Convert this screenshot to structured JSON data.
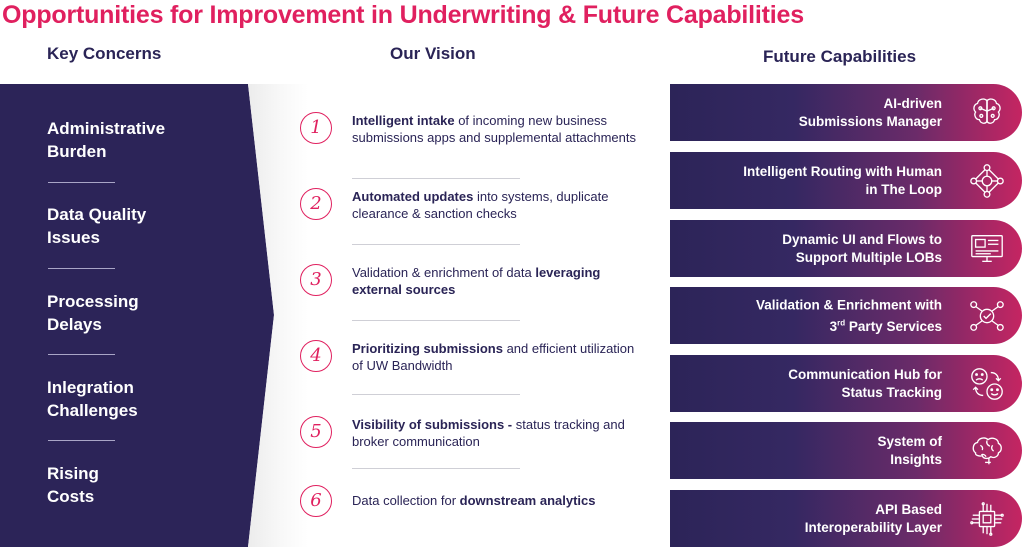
{
  "title": "Opportunities for Improvement in Underwriting & Future Capabilities",
  "headers": {
    "concerns": "Key Concerns",
    "vision": "Our Vision",
    "capabilities": "Future Capabilities"
  },
  "concerns": [
    {
      "line1": "Administrative",
      "line2": "Burden"
    },
    {
      "line1": "Data Quality",
      "line2": "Issues"
    },
    {
      "line1": "Processing",
      "line2": "Delays"
    },
    {
      "line1": "Inlegration",
      "line2": "Challenges"
    },
    {
      "line1": "Rising",
      "line2": "Costs"
    }
  ],
  "vision": [
    {
      "num": "1",
      "bold": "Intelligent intake",
      "rest": " of incoming new business submissions apps and supplemental attachments"
    },
    {
      "num": "2",
      "bold": "Automated updates",
      "rest": " into systems, duplicate clearance & sanction checks"
    },
    {
      "num": "3",
      "pre": "Validation & enrichment of data ",
      "bold": "leveraging external sources"
    },
    {
      "num": "4",
      "bold": "Prioritizing submissions",
      "rest": " and efficient utilization of UW Bandwidth"
    },
    {
      "num": "5",
      "bold": "Visibility of submissions -",
      "rest": " status tracking and broker communication"
    },
    {
      "num": "6",
      "pre": "Data collection for ",
      "bold": "downstream analytics"
    }
  ],
  "capabilities": [
    {
      "line1": "AI-driven",
      "line2": "Submissions Manager",
      "icon": "ai-brain-icon"
    },
    {
      "line1": "Intelligent Routing with Human",
      "line2": "in The Loop",
      "icon": "routing-network-icon"
    },
    {
      "line1": "Dynamic UI and Flows to",
      "line2": "Support Multiple LOBs",
      "icon": "dashboard-monitor-icon"
    },
    {
      "line1": "Validation & Enrichment with",
      "line2_pre": "3",
      "line2_sup": "rd",
      "line2_post": " Party Services",
      "icon": "verified-network-icon"
    },
    {
      "line1": "Communication Hub for",
      "line2": "Status Tracking",
      "icon": "emoji-feedback-icon"
    },
    {
      "line1": "System of",
      "line2": "Insights",
      "icon": "brain-icon"
    },
    {
      "line1": "API Based",
      "line2": "Interoperability Layer",
      "icon": "chip-circuit-icon"
    }
  ],
  "colors": {
    "accent": "#e0205f",
    "navy": "#2c2458",
    "magenta": "#c52562"
  }
}
